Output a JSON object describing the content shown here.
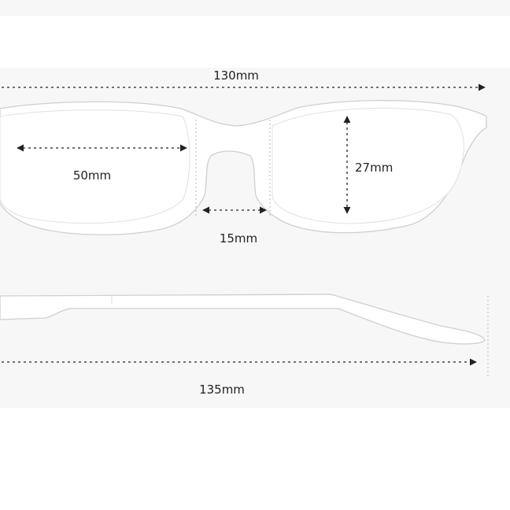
{
  "diagram": {
    "frame_width_label": "130mm",
    "lens_width_label": "50mm",
    "lens_height_label": "27mm",
    "bridge_width_label": "15mm",
    "temple_length_label": "135mm"
  },
  "colors": {
    "background": "#ffffff",
    "panel": "#f7f7f7",
    "outline": "#cfcfcf",
    "dimension_line": "#222222",
    "text": "#222222"
  }
}
